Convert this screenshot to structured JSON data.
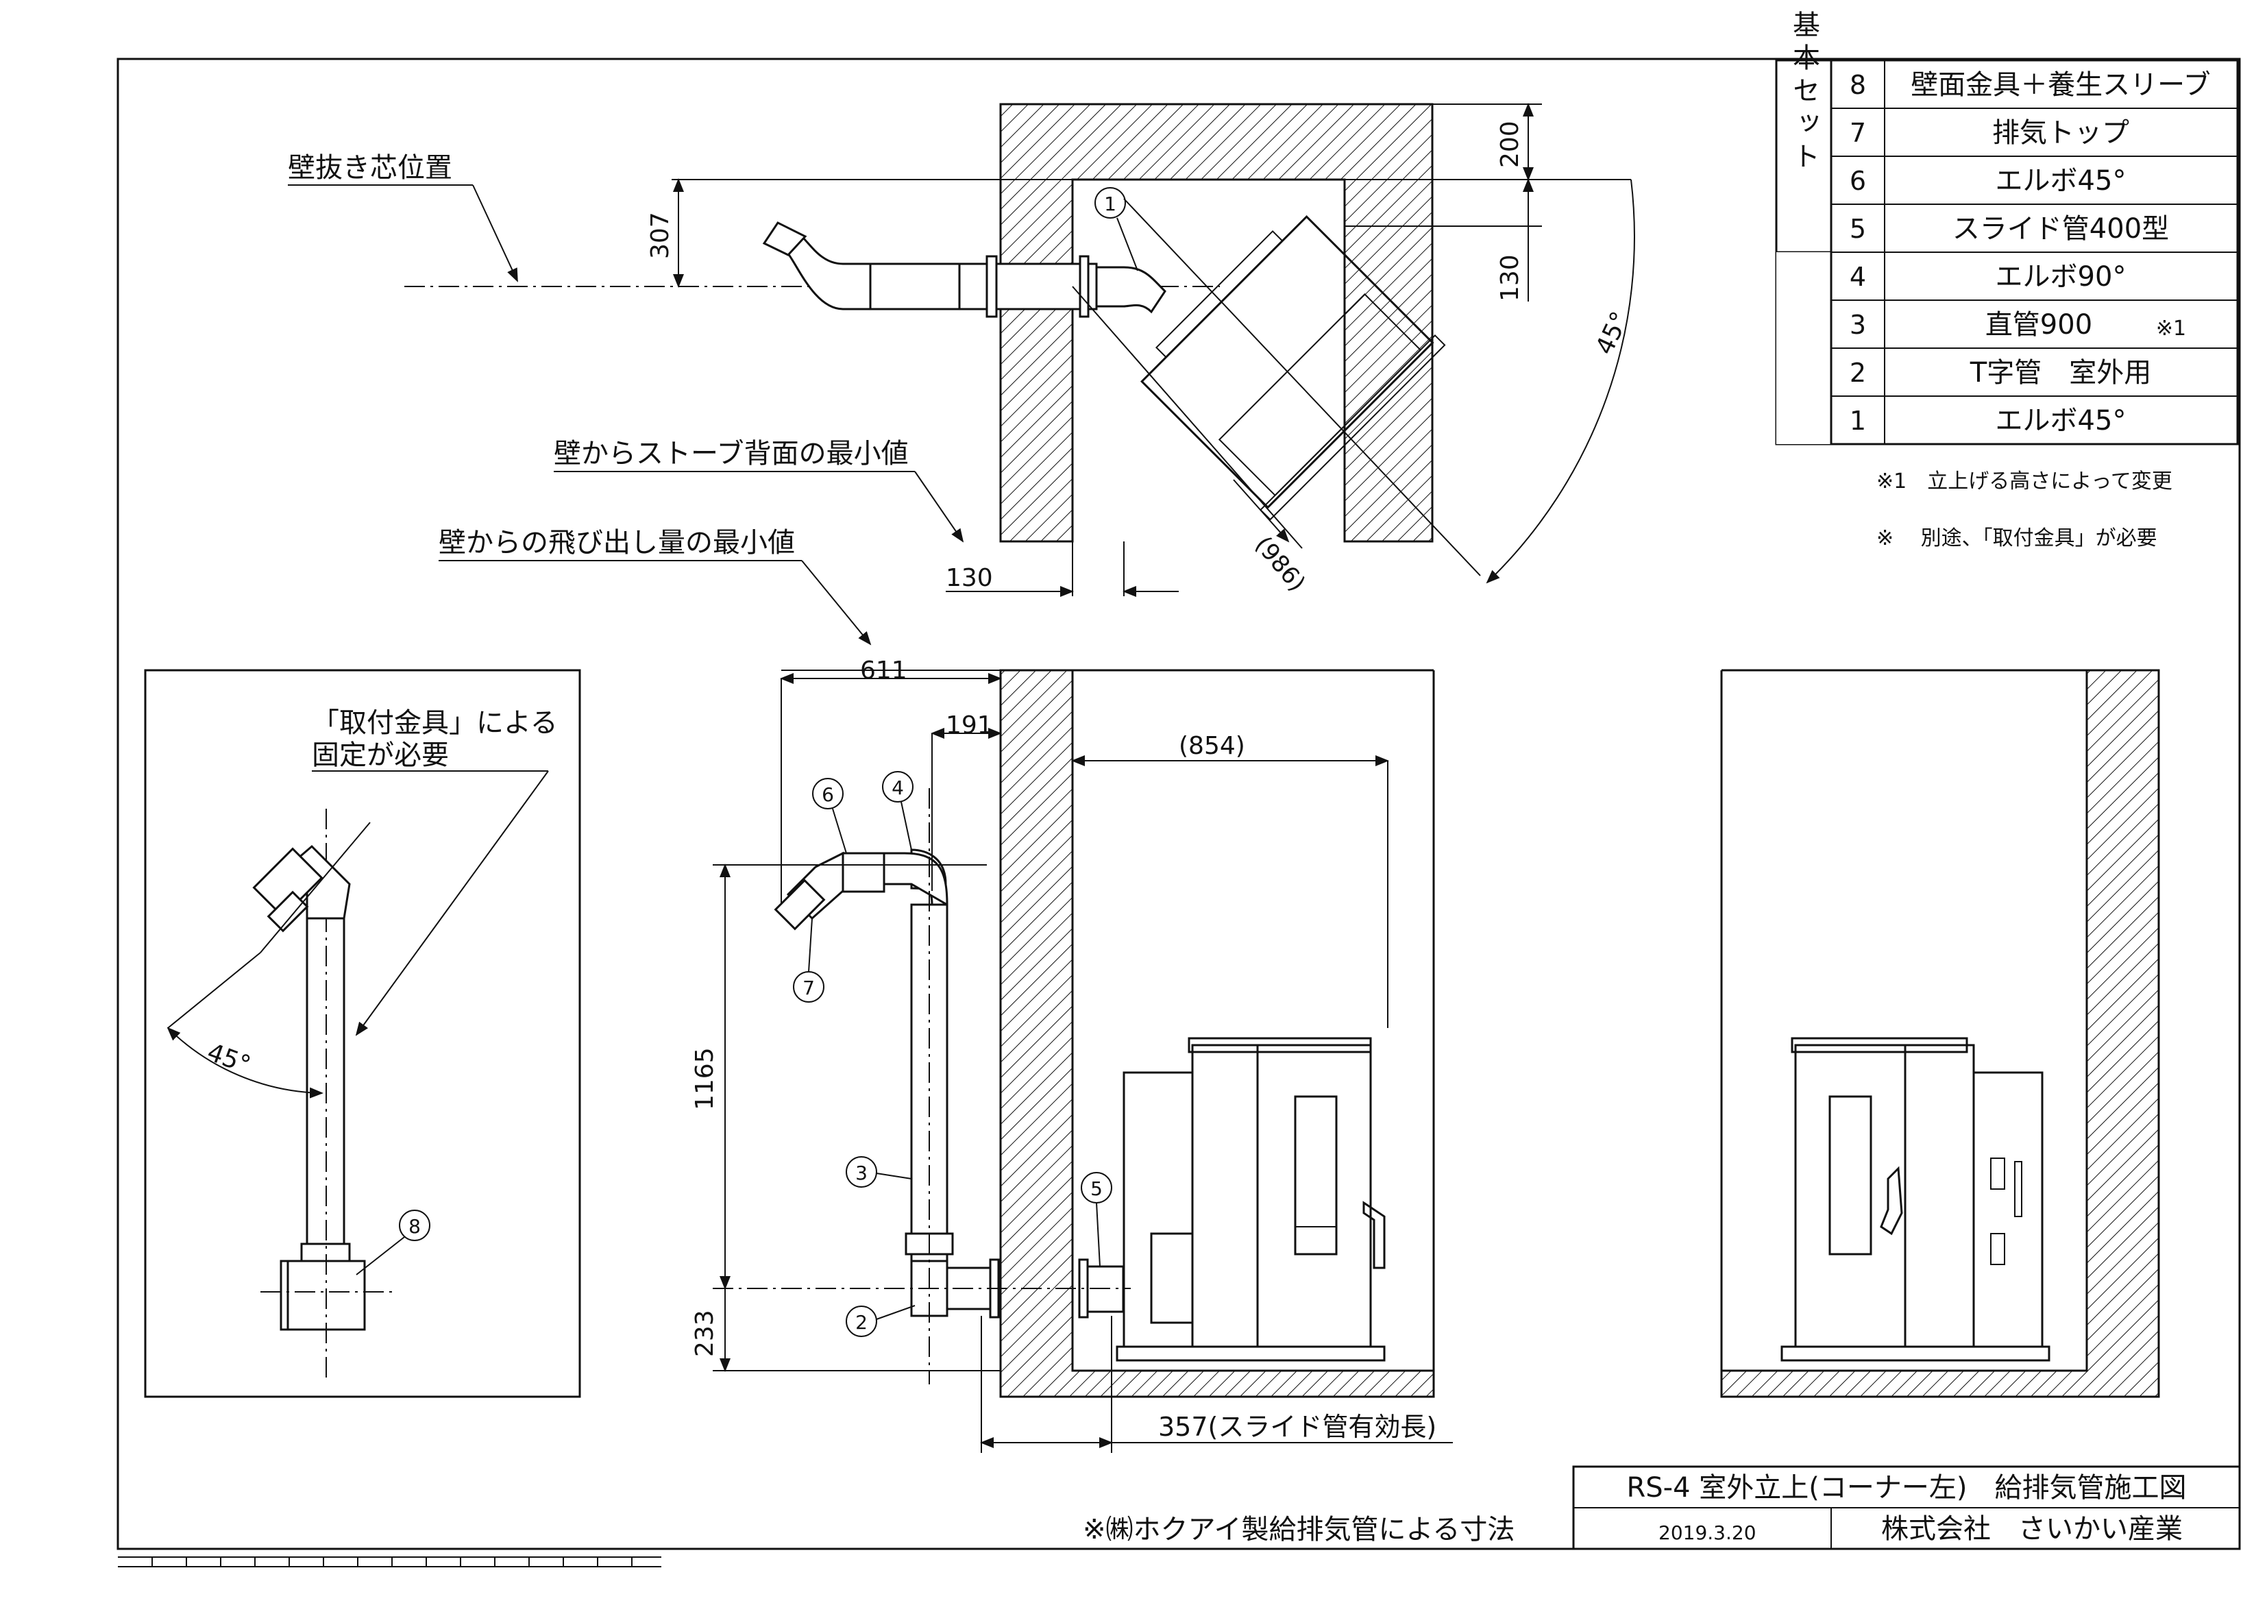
{
  "parts_table": {
    "group_label": "基本セット",
    "rows": [
      {
        "no": "8",
        "name": "壁面金具＋養生スリーブ"
      },
      {
        "no": "7",
        "name": "排気トップ"
      },
      {
        "no": "6",
        "name": "エルボ45°"
      },
      {
        "no": "5",
        "name": "スライド管400型"
      },
      {
        "no": "4",
        "name": "エルボ90°"
      },
      {
        "no": "3",
        "name": "直管900",
        "note": "※1"
      },
      {
        "no": "2",
        "name": "T字管　室外用"
      },
      {
        "no": "1",
        "name": "エルボ45°"
      }
    ],
    "footnote_1": "※1　立上げる高さによって変更",
    "footnote_2": "※　 別途、「取付金具」が必要"
  },
  "labels": {
    "wall_core_position": "壁抜き芯位置",
    "min_wall_to_back": "壁からストーブ背面の最小値",
    "min_projection": "壁からの飛び出し量の最小値",
    "bracket_note": "「取付金具」による\n固定が必要",
    "manufacturer_note": "※㈱ホクアイ製給排気管による寸法"
  },
  "dimensions": {
    "d200": "200",
    "d130_right": "130",
    "d307": "307",
    "angle_top": "45°",
    "d986": "(986)",
    "d130_bottom": "130",
    "d611": "611",
    "d191": "191",
    "d854": "(854)",
    "d1165": "1165",
    "d233": "233",
    "d357": "357(スライド管有効長)",
    "angle_left": "45°"
  },
  "balloons": {
    "b1": "1",
    "b2": "2",
    "b3": "3",
    "b4": "4",
    "b5": "5",
    "b6": "6",
    "b7": "7",
    "b8": "8"
  },
  "title_block": {
    "title": "RS-4 室外立上(コーナー左)　給排気管施工図",
    "date": "2019.3.20",
    "company": "株式会社　さいかい産業"
  }
}
